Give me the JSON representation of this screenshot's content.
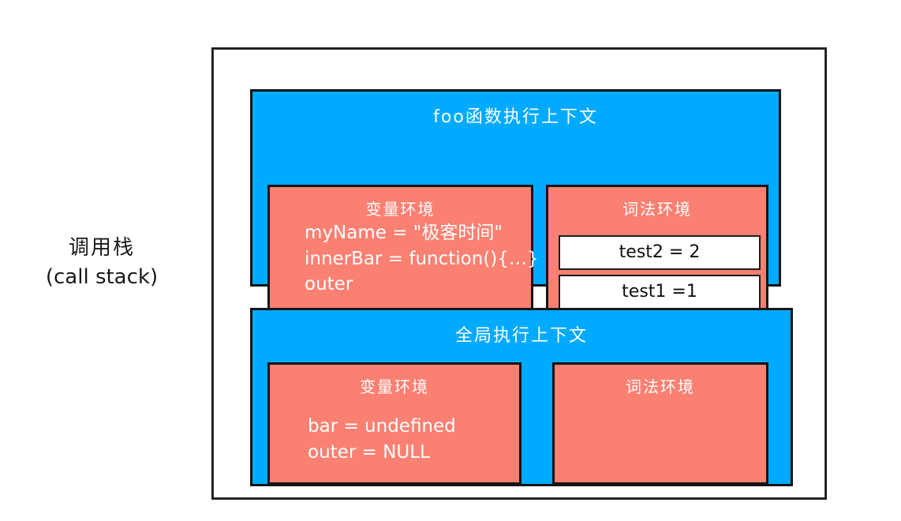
{
  "diagram": {
    "caption": {
      "cn": "调用栈",
      "en": "(call stack)"
    },
    "colors": {
      "context_blue": "#00AAFF",
      "environment_pink": "#FA8072",
      "binding_white": "#FFFFFF",
      "stroke": "#141414",
      "text_on_color": "#FFFFFF",
      "text_dark": "#111111"
    },
    "contexts": [
      {
        "id": "foo-context",
        "title": "foo函数执行上下文",
        "variable_environment": {
          "title": "变量环境",
          "lines": [
            "myName = \"极客时间\"",
            "innerBar = function(){…}",
            "outer"
          ]
        },
        "lexical_environment": {
          "title": "词法环境",
          "lines": [],
          "bindings": [
            "test2 = 2",
            "test1 =1"
          ]
        }
      },
      {
        "id": "global-context",
        "title": "全局执行上下文",
        "variable_environment": {
          "title": "变量环境",
          "lines": [
            "bar =  undefined",
            "outer = NULL"
          ]
        },
        "lexical_environment": {
          "title": "词法环境",
          "lines": [],
          "bindings": []
        }
      }
    ]
  }
}
